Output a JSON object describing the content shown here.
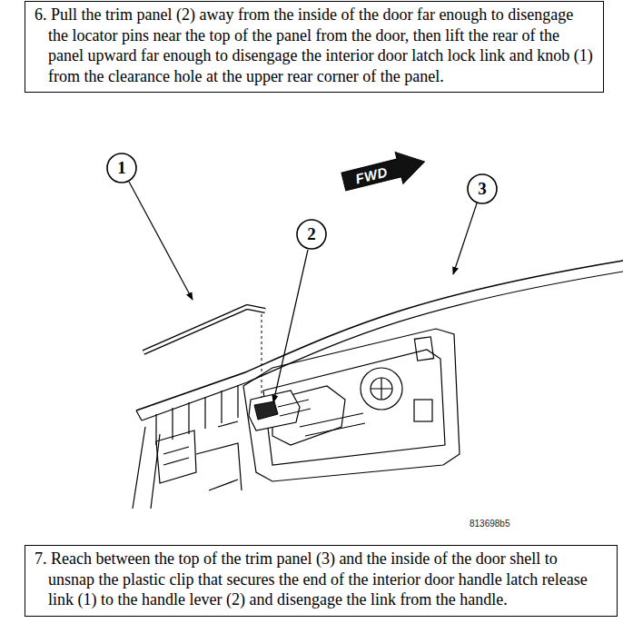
{
  "diagram": {
    "nodes": [
      {
        "text": [
          "6. Pull the trim panel (2) away from the inside of the door far enough to disengage the locator pins near the top of the panel from the door, then lift the rear of the panel upward far enough to disengage the interior door latch lock link and knob (1) from the clearance hole at the upper rear corner of the panel."
        ]
      },
      {
        "text": [
          "1"
        ]
      },
      {
        "text": [
          "FWD"
        ]
      },
      {
        "text": [
          "2"
        ]
      },
      {
        "text": [
          "3"
        ]
      },
      {
        "text": [
          "7. Reach between the top of the trim panel (3) and the inside of the door shell to unsnap the plastic clip that secures the end of the interior door handle latch release link (1) to the handle lever (2) and disengage the link from the handle."
        ]
      }
    ],
    "labels": [
      "813698b5"
    ]
  }
}
